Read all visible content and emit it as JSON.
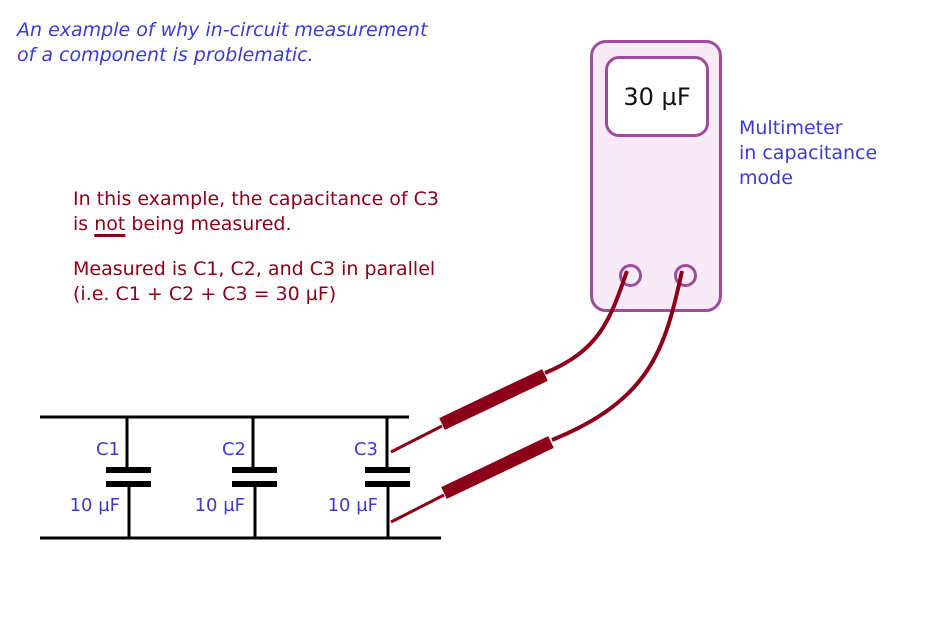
{
  "title": {
    "line1": "An example of why in-circuit measurement",
    "line2": "of a component is problematic."
  },
  "note1": {
    "line1": "In this example, the capacitance of C3",
    "line2_pre": "is ",
    "line2_emph": "not",
    "line2_post": " being measured."
  },
  "note2": {
    "line1": "Measured is C1, C2, and C3 in parallel",
    "line2": "(i.e. C1 + C2 + C3 = 30 µF)"
  },
  "multimeter": {
    "display": "30 µF",
    "label_line1": "Multimeter",
    "label_line2": "in capacitance",
    "label_line3": "mode"
  },
  "capacitors": [
    {
      "name": "C1",
      "value": "10 µF"
    },
    {
      "name": "C2",
      "value": "10 µF"
    },
    {
      "name": "C3",
      "value": "10 µF"
    }
  ],
  "colors": {
    "title_text": "#3b3bd0",
    "note_text": "#8b0018",
    "meter_border": "#a04aa0",
    "meter_fill": "#f8ebf8",
    "probe": "#8b0018",
    "wire": "#000000"
  }
}
